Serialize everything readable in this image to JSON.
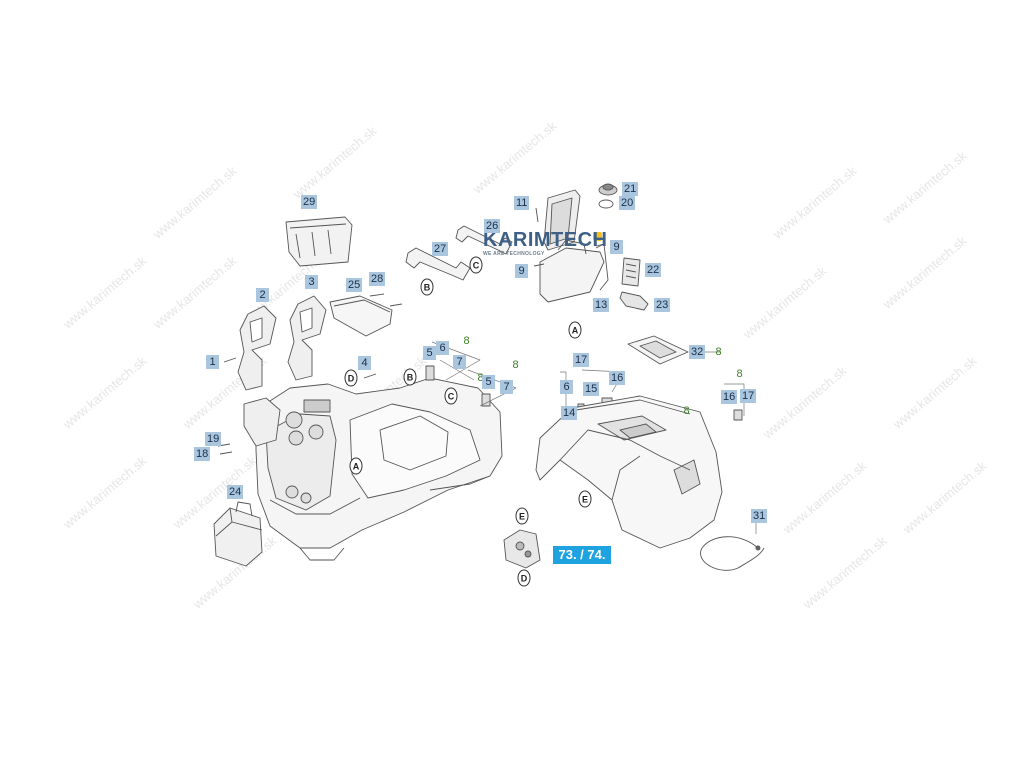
{
  "brand": {
    "name": "KARIMTECH",
    "tagline": "WE ARE TECHNOLOGY"
  },
  "watermark": "www.karimtech.sk",
  "reference_badge": "73. / 74.",
  "callouts": [
    {
      "label": "29",
      "style": "blue"
    },
    {
      "label": "11",
      "style": "blue"
    },
    {
      "label": "21",
      "style": "blue"
    },
    {
      "label": "20",
      "style": "blue"
    },
    {
      "label": "26",
      "style": "blue"
    },
    {
      "label": "27",
      "style": "blue"
    },
    {
      "label": "9",
      "style": "blue"
    },
    {
      "label": "9",
      "style": "blue"
    },
    {
      "label": "22",
      "style": "blue"
    },
    {
      "label": "2",
      "style": "blue"
    },
    {
      "label": "3",
      "style": "blue"
    },
    {
      "label": "25",
      "style": "blue"
    },
    {
      "label": "28",
      "style": "blue"
    },
    {
      "label": "13",
      "style": "blue"
    },
    {
      "label": "23",
      "style": "blue"
    },
    {
      "label": "8",
      "style": "green"
    },
    {
      "label": "5",
      "style": "blue"
    },
    {
      "label": "6",
      "style": "blue"
    },
    {
      "label": "7",
      "style": "blue"
    },
    {
      "label": "32",
      "style": "blue"
    },
    {
      "label": "8",
      "style": "green"
    },
    {
      "label": "1",
      "style": "blue"
    },
    {
      "label": "4",
      "style": "blue"
    },
    {
      "label": "8",
      "style": "green"
    },
    {
      "label": "8",
      "style": "green"
    },
    {
      "label": "5",
      "style": "blue"
    },
    {
      "label": "7",
      "style": "blue"
    },
    {
      "label": "6",
      "style": "blue"
    },
    {
      "label": "15",
      "style": "blue"
    },
    {
      "label": "16",
      "style": "blue"
    },
    {
      "label": "17",
      "style": "blue"
    },
    {
      "label": "8",
      "style": "green"
    },
    {
      "label": "16",
      "style": "blue"
    },
    {
      "label": "17",
      "style": "blue"
    },
    {
      "label": "14",
      "style": "blue"
    },
    {
      "label": "8",
      "style": "green"
    },
    {
      "label": "19",
      "style": "blue"
    },
    {
      "label": "18",
      "style": "blue"
    },
    {
      "label": "24",
      "style": "blue"
    },
    {
      "label": "31",
      "style": "blue"
    }
  ],
  "connection_markers": [
    "A",
    "A",
    "B",
    "B",
    "C",
    "C",
    "D",
    "D",
    "E",
    "E"
  ]
}
